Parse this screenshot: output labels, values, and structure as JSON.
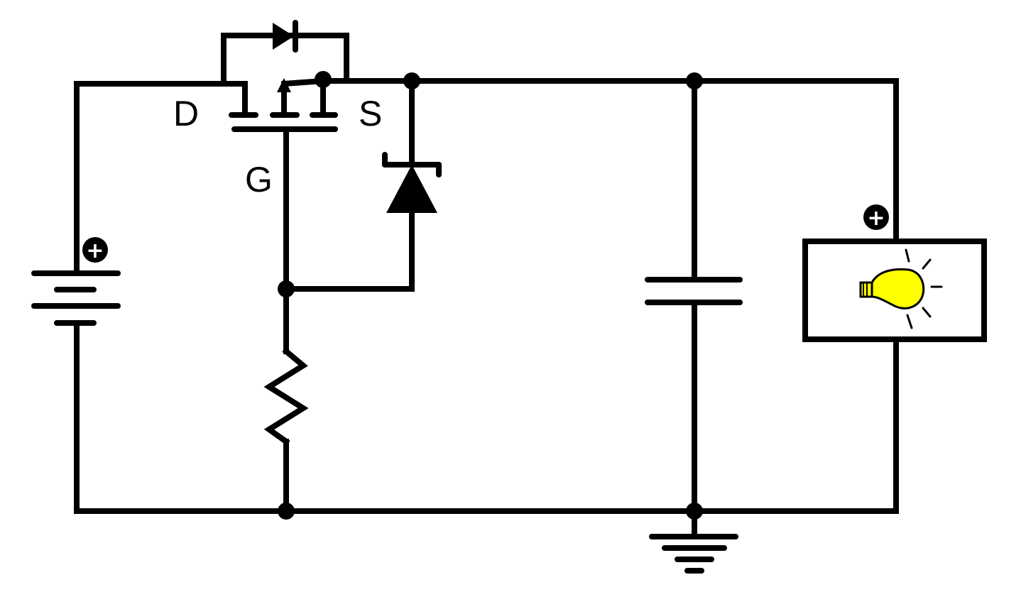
{
  "labels": {
    "drain": "D",
    "source": "S",
    "gate": "G"
  },
  "polarity": {
    "battery_plus": "+",
    "load_plus": "+"
  },
  "colors": {
    "wire": "#000000",
    "bulb_fill": "#ffff00",
    "background": "#ffffff"
  },
  "icons": {
    "load": "light-bulb-icon",
    "ground": "ground-icon"
  }
}
